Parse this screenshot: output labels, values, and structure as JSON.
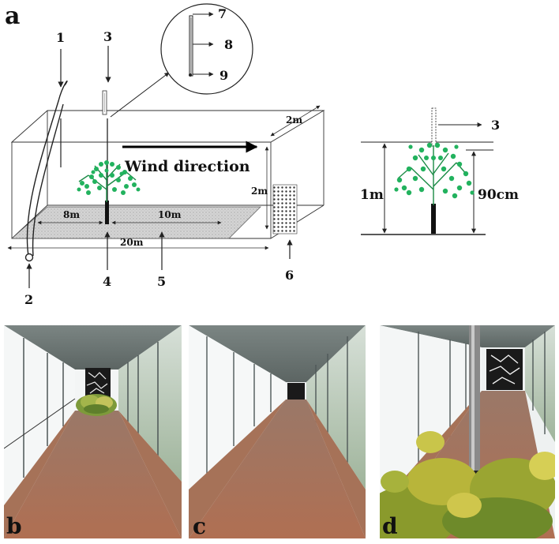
{
  "panel_letters": {
    "a": "a",
    "b": "b",
    "c": "c",
    "d": "d"
  },
  "callouts": {
    "n1": "1",
    "n2": "2",
    "n3": "3",
    "n4": "4",
    "n5": "5",
    "n6": "6",
    "n7": "7",
    "n8": "8",
    "n9": "9",
    "side3": "3"
  },
  "dimensions": {
    "width_2m": "2m",
    "height_2m": "2m",
    "d8m": "8m",
    "d10m": "10m",
    "d20m": "20m",
    "h1m": "1m",
    "h90cm": "90cm"
  },
  "wind_label": "Wind direction",
  "colors": {
    "line": "#222222",
    "tree": "#1fa65a",
    "floor": "#d0d0d0",
    "soil": "#a86f55",
    "ceiling": "#6f7a78",
    "glass": "#e7ecec"
  }
}
